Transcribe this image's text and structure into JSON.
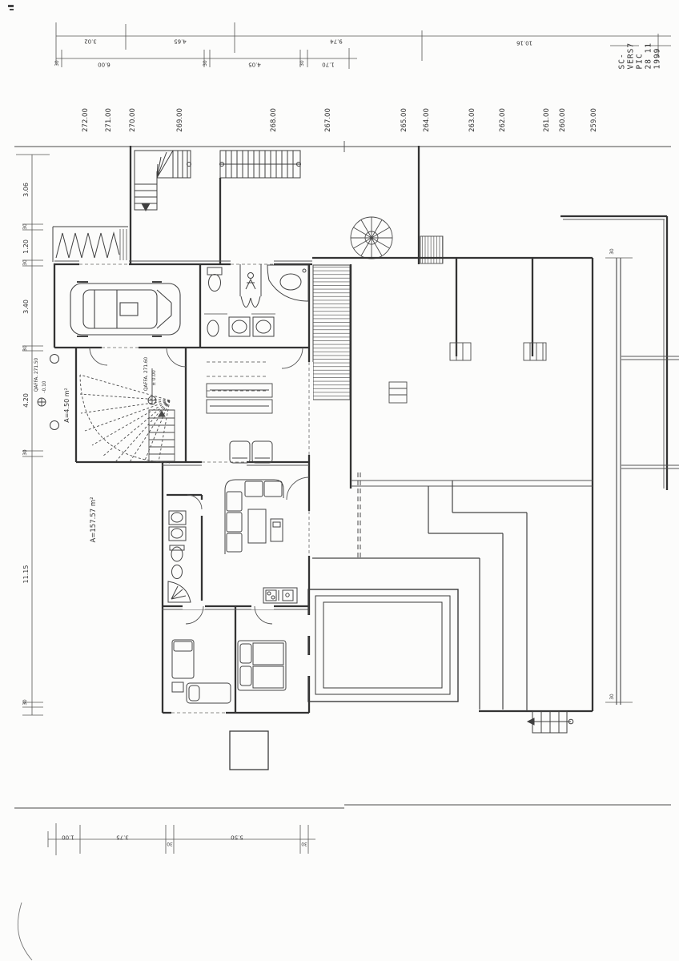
{
  "stamp": {
    "line1": "SC-VERS7 PIC",
    "line2": "28 11 1999"
  },
  "top_dims": {
    "upper": [
      "3.02",
      "4.65",
      "9.74",
      "10.16"
    ],
    "lower": [
      "6.00",
      "4.05",
      "1.70"
    ],
    "lower_small": [
      "30",
      "30",
      "30"
    ]
  },
  "left_dims": [
    "3.06",
    "30",
    "1.20",
    "30",
    "3.40",
    "30",
    "4.20",
    "30",
    "11.15",
    "30"
  ],
  "bottom_dims": [
    "1.00",
    "3.75",
    "30",
    "5.50",
    "30"
  ],
  "elevations": [
    "272.00",
    "271.00",
    "270.00",
    "269.00",
    "268.00",
    "267.00",
    "265.00",
    "264.00",
    "263.00",
    "262.00",
    "261.00",
    "260.00",
    "259.00"
  ],
  "areas": {
    "hall": "A=4.50 m²",
    "main": "A=157.57 m²"
  },
  "datums": [
    {
      "label": "QAFFA. 271.50",
      "level": "-0.10"
    },
    {
      "label": "QAFFA. 271.60",
      "level": "± 0.00"
    }
  ],
  "wall_ticks": [
    "30",
    "30"
  ],
  "ink": "#3a3a3a"
}
